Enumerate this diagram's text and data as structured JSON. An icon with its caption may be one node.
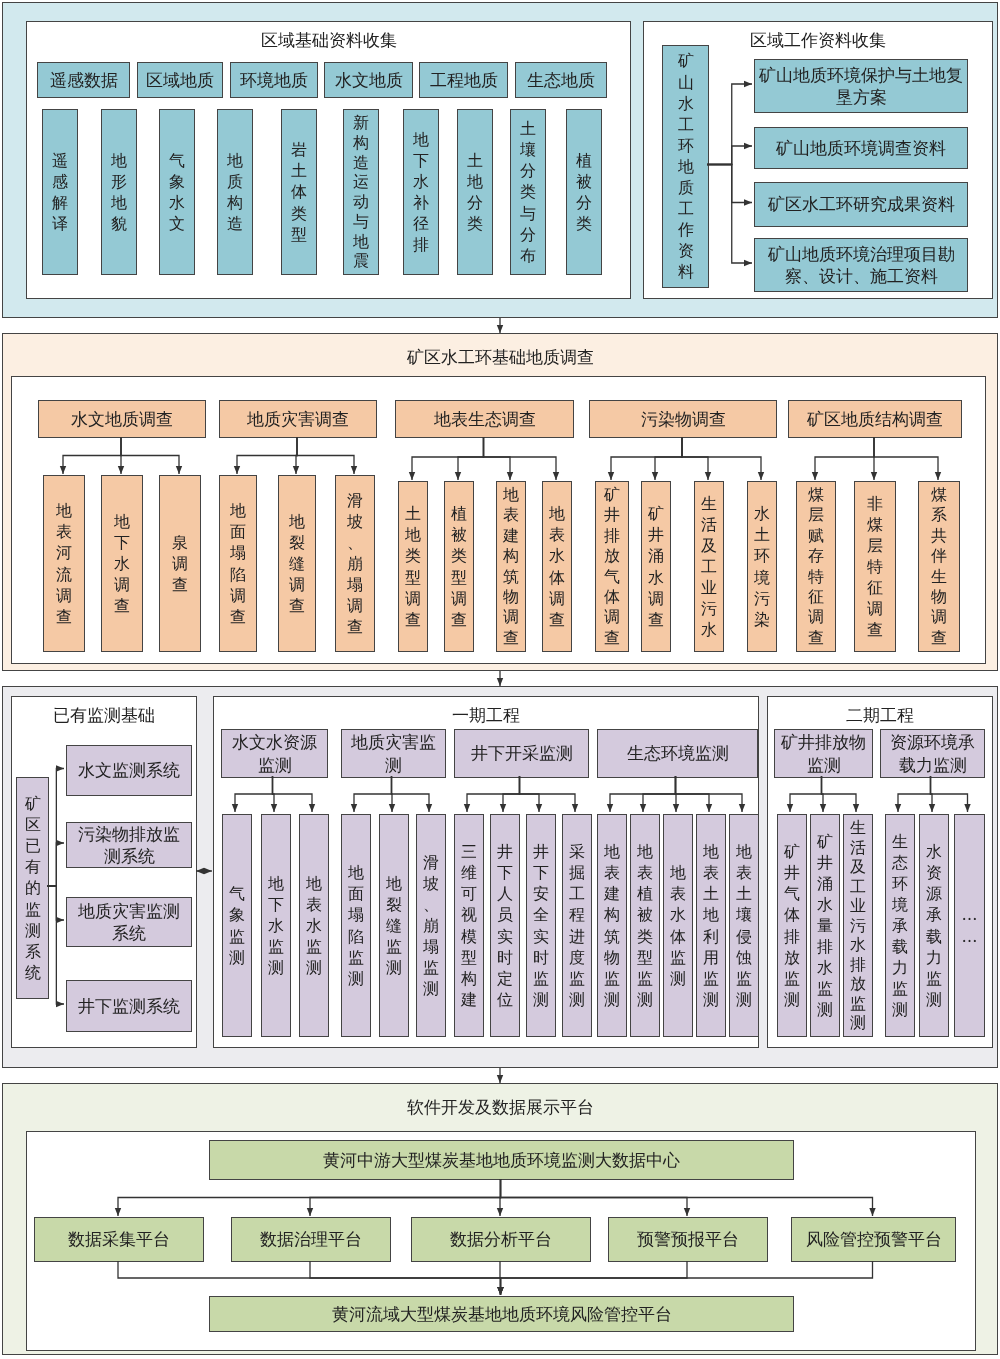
{
  "diagram": {
    "nodes": [
      {
        "text": [],
        "shape": "box"
      },
      {
        "text": [
          "区域基础资料收集"
        ],
        "in": 0
      },
      {
        "text": [
          "遥感数据"
        ],
        "in": 1
      },
      {
        "text": [
          "区域地质"
        ],
        "in": 1
      },
      {
        "text": [
          "环境地质"
        ],
        "in": 1
      },
      {
        "text": [
          "水文地质"
        ],
        "in": 1
      },
      {
        "text": [
          "工程地质"
        ],
        "in": 1
      },
      {
        "text": [
          "生态地质"
        ],
        "in": 1
      },
      {
        "text": [
          "遥感解译"
        ],
        "in": 1
      },
      {
        "text": [
          "地形地貌"
        ],
        "in": 1
      },
      {
        "text": [
          "气象水文"
        ],
        "in": 1
      },
      {
        "text": [
          "地质构造"
        ],
        "in": 1
      },
      {
        "text": [
          "岩土体类型"
        ],
        "in": 1
      },
      {
        "text": [
          "新构造运动与地震"
        ],
        "in": 1
      },
      {
        "text": [
          "地下水补径排"
        ],
        "in": 1
      },
      {
        "text": [
          "土地分类"
        ],
        "in": 1
      },
      {
        "text": [
          "土壤分类与分布"
        ],
        "in": 1
      },
      {
        "text": [
          "植被分类"
        ],
        "in": 1
      },
      {
        "text": [
          "区域工作资料收集"
        ],
        "in": 0
      },
      {
        "text": [
          "矿山水工环地质工作资料"
        ],
        "in": 18
      },
      {
        "text": [
          "矿山地质环境保护与土地复垦方案"
        ],
        "in": 18
      },
      {
        "text": [
          "矿山地质环境调查资料"
        ],
        "in": 18
      },
      {
        "text": [
          "矿区水工环研究成果资料"
        ],
        "in": 18
      },
      {
        "text": [
          "矿山地质环境治理项目勘察、设计、施工资料"
        ],
        "in": 18
      },
      {
        "text": [
          "矿区水工环基础地质调查"
        ]
      },
      {
        "text": [
          "水文地质调查"
        ],
        "in": 24
      },
      {
        "text": [
          "地质灾害调查"
        ],
        "in": 24
      },
      {
        "text": [
          "地表生态调查"
        ],
        "in": 24
      },
      {
        "text": [
          "污染物调查"
        ],
        "in": 24
      },
      {
        "text": [
          "矿区地质结构调查"
        ],
        "in": 24
      },
      {
        "text": [
          "地表河流调查"
        ],
        "in": 24
      },
      {
        "text": [
          "地下水调查"
        ],
        "in": 24
      },
      {
        "text": [
          "泉调查"
        ],
        "in": 24
      },
      {
        "text": [
          "地面塌陷调查"
        ],
        "in": 24
      },
      {
        "text": [
          "地裂缝调查"
        ],
        "in": 24
      },
      {
        "text": [
          "滑坡、崩塌调查"
        ],
        "in": 24
      },
      {
        "text": [
          "土地类型调查"
        ],
        "in": 24
      },
      {
        "text": [
          "植被类型调查"
        ],
        "in": 24
      },
      {
        "text": [
          "地表建构筑物调查"
        ],
        "in": 24
      },
      {
        "text": [
          "地表水体调查"
        ],
        "in": 24
      },
      {
        "text": [
          "矿井排放气体调查"
        ],
        "in": 24
      },
      {
        "text": [
          "矿井涌水调查"
        ],
        "in": 24
      },
      {
        "text": [
          "生活及工业污水"
        ],
        "in": 24
      },
      {
        "text": [
          "水土环境污染"
        ],
        "in": 24
      },
      {
        "text": [
          "煤层赋存特征调查"
        ],
        "in": 24
      },
      {
        "text": [
          "非煤层特征调查"
        ],
        "in": 24
      },
      {
        "text": [
          "煤系共伴生物调查"
        ],
        "in": 24
      },
      {
        "text": [],
        "shape": "box"
      },
      {
        "text": [
          "已有监测基础"
        ],
        "in": 47
      },
      {
        "text": [
          "矿区已有的监测系统"
        ],
        "in": 48
      },
      {
        "text": [
          "水文监测系统"
        ],
        "in": 48
      },
      {
        "text": [
          "污染物排放监测系统"
        ],
        "in": 48
      },
      {
        "text": [
          "地质灾害监测系统"
        ],
        "in": 48
      },
      {
        "text": [
          "井下监测系统"
        ],
        "in": 48
      },
      {
        "text": [
          "一期工程"
        ],
        "in": 47
      },
      {
        "text": [
          "水文水资源监测"
        ],
        "in": 54
      },
      {
        "text": [
          "地质灾害监测"
        ],
        "in": 54
      },
      {
        "text": [
          "井下开采监测"
        ],
        "in": 54
      },
      {
        "text": [
          "生态环境监测"
        ],
        "in": 54
      },
      {
        "text": [
          "气象监测"
        ],
        "in": 54
      },
      {
        "text": [
          "地下水监测"
        ],
        "in": 54
      },
      {
        "text": [
          "地表水监测"
        ],
        "in": 54
      },
      {
        "text": [
          "地面塌陷监测"
        ],
        "in": 54
      },
      {
        "text": [
          "地裂缝监测"
        ],
        "in": 54
      },
      {
        "text": [
          "滑坡、崩塌监测"
        ],
        "in": 54
      },
      {
        "text": [
          "三维可视模型构建"
        ],
        "in": 54
      },
      {
        "text": [
          "井下人员实时定位"
        ],
        "in": 54
      },
      {
        "text": [
          "井下安全实时监测"
        ],
        "in": 54
      },
      {
        "text": [
          "采掘工程进度监测"
        ],
        "in": 54
      },
      {
        "text": [
          "地表建构筑物监测"
        ],
        "in": 54
      },
      {
        "text": [
          "地表植被类型监测"
        ],
        "in": 54
      },
      {
        "text": [
          "地表水体监测"
        ],
        "in": 54
      },
      {
        "text": [
          "地表土地利用监测"
        ],
        "in": 54
      },
      {
        "text": [
          "地表土壤侵蚀监测"
        ],
        "in": 54
      },
      {
        "text": [
          "二期工程"
        ],
        "in": 47
      },
      {
        "text": [
          "矿井排放物监测"
        ],
        "in": 74
      },
      {
        "text": [
          "资源环境承载力监测"
        ],
        "in": 74
      },
      {
        "text": [
          "矿井气体排放监测"
        ],
        "in": 74
      },
      {
        "text": [
          "矿井涌水量排水监测"
        ],
        "in": 74
      },
      {
        "text": [
          "生活及工业污水排放监测"
        ],
        "in": 74
      },
      {
        "text": [
          "生态环境承载力监测"
        ],
        "in": 74
      },
      {
        "text": [
          "水资源承载力监测"
        ],
        "in": 74
      },
      {
        "text": [
          "……"
        ],
        "in": 74
      },
      {
        "text": [
          "软件开发及数据展示平台"
        ]
      },
      {
        "text": [
          "黄河中游大型煤炭基地地质环境监测大数据中心"
        ],
        "in": 83
      },
      {
        "text": [
          "数据采集平台"
        ],
        "in": 83
      },
      {
        "text": [
          "数据治理平台"
        ],
        "in": 83
      },
      {
        "text": [
          "数据分析平台"
        ],
        "in": 83
      },
      {
        "text": [
          "预警预报平台"
        ],
        "in": 83
      },
      {
        "text": [
          "风险管控预警平台"
        ],
        "in": 83
      },
      {
        "text": [
          "黄河流域大型煤炭基地地质环境风险管控平台"
        ],
        "in": 83
      }
    ],
    "edges": [
      {
        "from": 0,
        "to": 24,
        "arrow": "to"
      },
      {
        "from": 24,
        "to": 47,
        "arrow": "to"
      },
      {
        "from": 47,
        "to": 83,
        "arrow": "to"
      },
      {
        "from": 19,
        "to": 20,
        "arrow": "to"
      },
      {
        "from": 19,
        "to": 21,
        "arrow": "to"
      },
      {
        "from": 19,
        "to": 22,
        "arrow": "to"
      },
      {
        "from": 19,
        "to": 23,
        "arrow": "to"
      },
      {
        "from": 25,
        "to": 30,
        "arrow": "to"
      },
      {
        "from": 25,
        "to": 31,
        "arrow": "to"
      },
      {
        "from": 25,
        "to": 32,
        "arrow": "to"
      },
      {
        "from": 26,
        "to": 33,
        "arrow": "to"
      },
      {
        "from": 26,
        "to": 34,
        "arrow": "to"
      },
      {
        "from": 26,
        "to": 35,
        "arrow": "to"
      },
      {
        "from": 27,
        "to": 36,
        "arrow": "to"
      },
      {
        "from": 27,
        "to": 37,
        "arrow": "to"
      },
      {
        "from": 27,
        "to": 38,
        "arrow": "to"
      },
      {
        "from": 27,
        "to": 39,
        "arrow": "to"
      },
      {
        "from": 28,
        "to": 40,
        "arrow": "to"
      },
      {
        "from": 28,
        "to": 41,
        "arrow": "to"
      },
      {
        "from": 28,
        "to": 42,
        "arrow": "to"
      },
      {
        "from": 28,
        "to": 43,
        "arrow": "to"
      },
      {
        "from": 29,
        "to": 44,
        "arrow": "to"
      },
      {
        "from": 29,
        "to": 45,
        "arrow": "to"
      },
      {
        "from": 29,
        "to": 46,
        "arrow": "to"
      },
      {
        "from": 48,
        "to": 54,
        "arrow": "both"
      },
      {
        "from": 49,
        "to": 50,
        "arrow": "to"
      },
      {
        "from": 49,
        "to": 51,
        "arrow": "to"
      },
      {
        "from": 49,
        "to": 52,
        "arrow": "to"
      },
      {
        "from": 49,
        "to": 53,
        "arrow": "to"
      },
      {
        "from": 55,
        "to": 59,
        "arrow": "to"
      },
      {
        "from": 55,
        "to": 60,
        "arrow": "to"
      },
      {
        "from": 55,
        "to": 61,
        "arrow": "to"
      },
      {
        "from": 56,
        "to": 62,
        "arrow": "to"
      },
      {
        "from": 56,
        "to": 63,
        "arrow": "to"
      },
      {
        "from": 56,
        "to": 64,
        "arrow": "to"
      },
      {
        "from": 57,
        "to": 65,
        "arrow": "to"
      },
      {
        "from": 57,
        "to": 66,
        "arrow": "to"
      },
      {
        "from": 57,
        "to": 67,
        "arrow": "to"
      },
      {
        "from": 57,
        "to": 68,
        "arrow": "to"
      },
      {
        "from": 58,
        "to": 69,
        "arrow": "to"
      },
      {
        "from": 58,
        "to": 70,
        "arrow": "to"
      },
      {
        "from": 58,
        "to": 71,
        "arrow": "to"
      },
      {
        "from": 58,
        "to": 72,
        "arrow": "to"
      },
      {
        "from": 58,
        "to": 73,
        "arrow": "to"
      },
      {
        "from": 75,
        "to": 77,
        "arrow": "to"
      },
      {
        "from": 75,
        "to": 78,
        "arrow": "to"
      },
      {
        "from": 75,
        "to": 79,
        "arrow": "to"
      },
      {
        "from": 76,
        "to": 80,
        "arrow": "to"
      },
      {
        "from": 76,
        "to": 81,
        "arrow": "to"
      },
      {
        "from": 76,
        "to": 82,
        "arrow": "to"
      },
      {
        "from": 84,
        "to": 85,
        "arrow": "to"
      },
      {
        "from": 84,
        "to": 86,
        "arrow": "to"
      },
      {
        "from": 84,
        "to": 87,
        "arrow": "to"
      },
      {
        "from": 84,
        "to": 88,
        "arrow": "to"
      },
      {
        "from": 84,
        "to": 89,
        "arrow": "to"
      },
      {
        "from": 85,
        "to": 90,
        "arrow": "to"
      },
      {
        "from": 86,
        "to": 90,
        "arrow": "to"
      },
      {
        "from": 87,
        "to": 90,
        "arrow": "to"
      },
      {
        "from": 88,
        "to": 90,
        "arrow": "to"
      },
      {
        "from": 89,
        "to": 90,
        "arrow": "to"
      }
    ]
  }
}
